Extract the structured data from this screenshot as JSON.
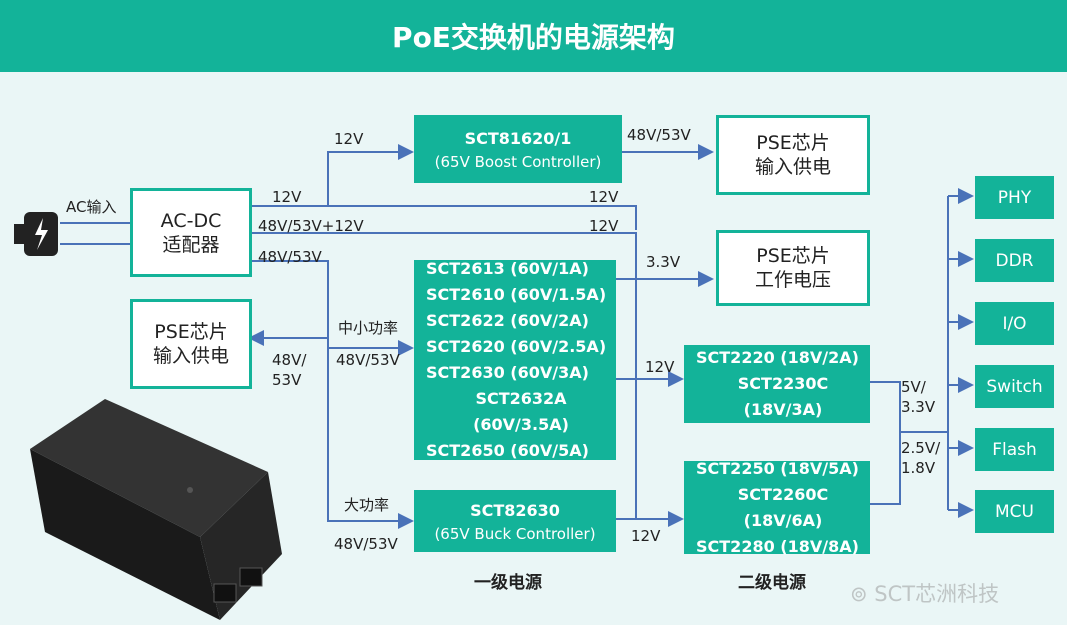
{
  "title": "PoE交换机的电源架构",
  "colors": {
    "accent": "#13b399",
    "wire": "#4a72b8",
    "background": "#eaf6f6"
  },
  "boxes": {
    "adapter": {
      "line1": "AC-DC",
      "line2": "适配器"
    },
    "pse_top": {
      "line1": "PSE芯片",
      "line2": "输入供电"
    },
    "pse_work": {
      "line1": "PSE芯片",
      "line2": "工作电压"
    },
    "pse_left": {
      "line1": "PSE芯片",
      "line2": "输入供电"
    },
    "boost": {
      "line1": "SCT81620/1",
      "line2": "(65V Boost Controller)"
    },
    "buck": {
      "line1": "SCT82630",
      "line2": "(65V Buck Controller)"
    },
    "mid_list": [
      "SCT2613 (60V/1A)",
      "SCT2610 (60V/1.5A)",
      "SCT2622 (60V/2A)",
      "SCT2620 (60V/2.5A)",
      "SCT2630 (60V/3A)",
      "SCT2632A (60V/3.5A)",
      "SCT2650 (60V/5A)"
    ],
    "sec_top": [
      "SCT2220 (18V/2A)",
      "SCT2230C (18V/3A)"
    ],
    "sec_bottom": [
      "SCT2250 (18V/5A)",
      "SCT2260C (18V/6A)",
      "SCT2280 (18V/8A)"
    ],
    "outputs": [
      "PHY",
      "DDR",
      "I/O",
      "Switch",
      "Flash",
      "MCU"
    ]
  },
  "labels": {
    "ac_in": "AC输入",
    "v12_top": "12V",
    "v48_53_boost": "48V/53V",
    "v12_a": "12V",
    "v48_53_12": "48V/53V+12V",
    "v48_53_a": "48V/53V",
    "v12_right1": "12V",
    "v12_right2": "12V",
    "v3_3": "3.3V",
    "small_power": "中小功率",
    "v48_left_1": "48V/",
    "v48_left_2": "53V",
    "v48_53_mid": "48V/53V",
    "v12_sec": "12V",
    "v5_1": "5V/",
    "v5_2": "3.3V",
    "v25_1": "2.5V/",
    "v25_2": "1.8V",
    "big_power": "大功率",
    "v48_53_buck": "48V/53V",
    "v12_bottom": "12V"
  },
  "sections": {
    "first": "一级电源",
    "second": "二级电源"
  },
  "watermark": "SCT芯洲科技"
}
